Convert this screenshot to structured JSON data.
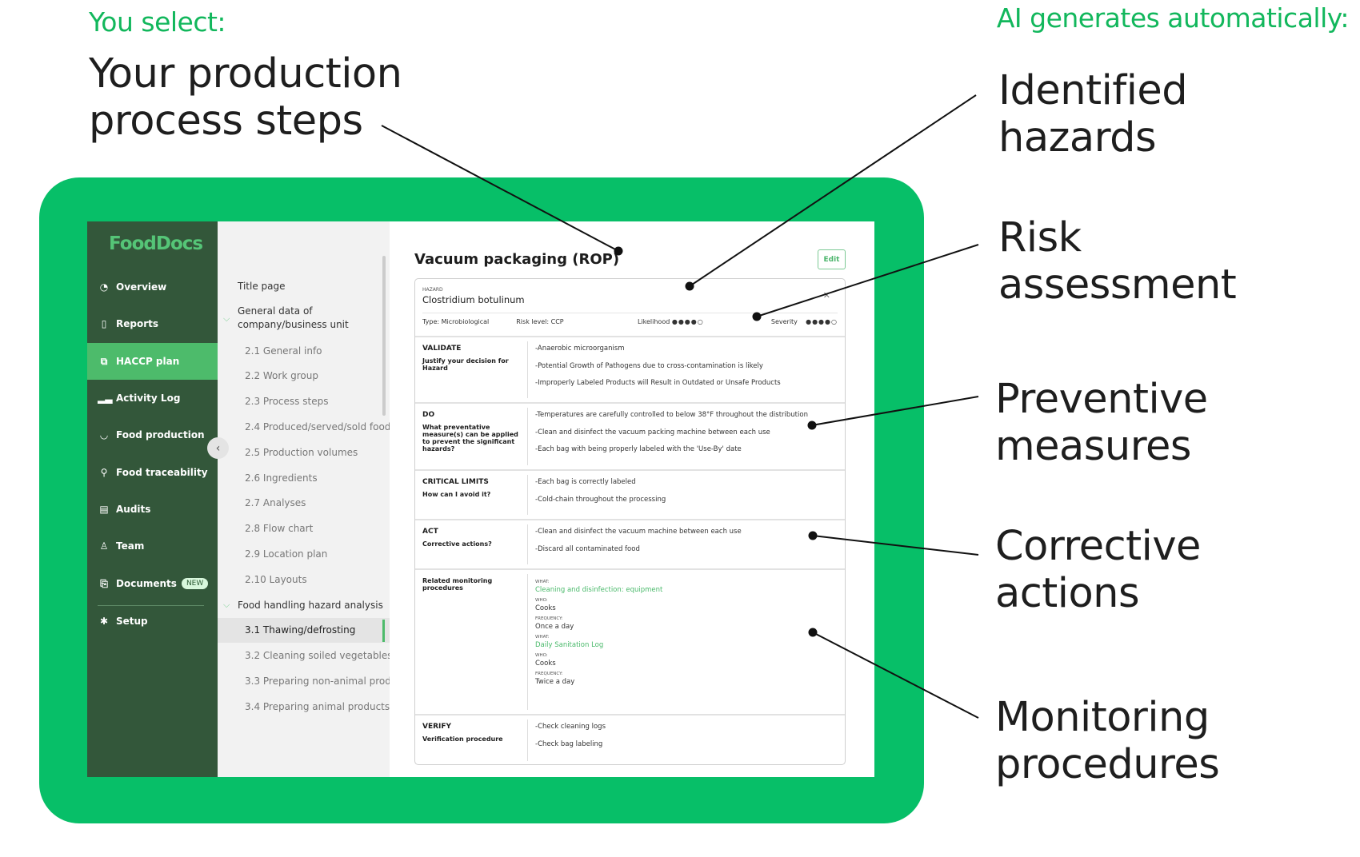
{
  "left_caption": {
    "label": "You select:",
    "title_lines": [
      "Your production",
      "process steps"
    ]
  },
  "right_caption": {
    "label": "AI generates automatically:",
    "items": [
      [
        "Identified",
        "hazards"
      ],
      [
        "Risk",
        "assessment"
      ],
      [
        "Preventive",
        "measures"
      ],
      [
        "Corrective",
        "actions"
      ],
      [
        "Monitoring",
        "procedures"
      ]
    ]
  },
  "colors": {
    "frame": "#07bf68",
    "sidebar": "#33573a",
    "active": "#4dbb6b",
    "accent_text": "#12b75c"
  },
  "app": {
    "logo": "FoodDocs",
    "nav": [
      {
        "label": "Overview",
        "icon": "gauge-icon"
      },
      {
        "label": "Reports",
        "icon": "report-icon"
      },
      {
        "label": "HACCP plan",
        "icon": "book-icon",
        "active": true
      },
      {
        "label": "Activity Log",
        "icon": "bar-chart-icon"
      },
      {
        "label": "Food production",
        "icon": "bowl-icon"
      },
      {
        "label": "Food traceability",
        "icon": "search-icon"
      },
      {
        "label": "Audits",
        "icon": "clipboard-icon"
      },
      {
        "label": "Team",
        "icon": "user-icon"
      },
      {
        "label": "Documents",
        "icon": "documents-icon",
        "badge": "NEW"
      },
      {
        "label": "Setup",
        "icon": "gear-icon"
      }
    ],
    "subnav": [
      "Title page",
      "General data of company/business unit",
      "2.1 General info",
      "2.2 Work group",
      "2.3 Process steps",
      "2.4 Produced/served/sold food",
      "2.5 Production volumes",
      "2.6 Ingredients",
      "2.7 Analyses",
      "2.8 Flow chart",
      "2.9 Location plan",
      "2.10 Layouts",
      "Food handling hazard analysis",
      "3.1 Thawing/defrosting",
      "3.2 Cleaning soiled vegetables",
      "3.3 Preparing non-animal prod...",
      "3.4 Preparing animal products..."
    ],
    "page_title": "Vacuum packaging (ROP)",
    "edit_label": "Edit",
    "hazard": {
      "label": "HAZARD",
      "name": "Clostridium botulinum",
      "type": "Type: Microbiological",
      "risk": "Risk level:   CCP",
      "likelihood_label": "Likelihood",
      "likelihood": 4,
      "severity_label": "Severity",
      "severity": 4,
      "max": 5
    },
    "sections": [
      {
        "title": "VALIDATE",
        "subtitle": "Justify your decision for Hazard",
        "items": [
          "-Anaerobic microorganism",
          "-Potential Growth of Pathogens due to cross-contamination is likely",
          "-Improperly Labeled Products will Result in Outdated or Unsafe Products"
        ]
      },
      {
        "title": "DO",
        "subtitle": "What preventative measure(s) can be applied to prevent the significant hazards?",
        "items": [
          "-Temperatures are carefully controlled to below 38°F throughout the distribution",
          "-Clean and disinfect the vacuum packing machine between each use",
          "-Each bag with being properly labeled with the 'Use-By' date"
        ]
      },
      {
        "title": "CRITICAL LIMITS",
        "subtitle": "How can I avoid it?",
        "items": [
          "-Each bag is correctly labeled",
          "-Cold-chain throughout the processing"
        ]
      },
      {
        "title": "ACT",
        "subtitle": "Corrective actions?",
        "items": [
          "-Clean and disinfect the vacuum machine between each use",
          "-Discard all contaminated food"
        ]
      }
    ],
    "monitoring": {
      "title": "Related monitoring procedures",
      "what_label": "WHAT:",
      "who_label": "WHO:",
      "freq_label": "FREQUENCY:",
      "procedures": [
        {
          "what": "Cleaning and disinfection: equipment",
          "who": "Cooks",
          "frequency": "Once a day"
        },
        {
          "what": "Daily Sanitation Log",
          "who": "Cooks",
          "frequency": "Twice a day"
        }
      ]
    },
    "verify": {
      "title": "VERIFY",
      "subtitle": "Verification procedure",
      "items": [
        "-Check cleaning logs",
        "-Check bag labeling"
      ]
    }
  }
}
